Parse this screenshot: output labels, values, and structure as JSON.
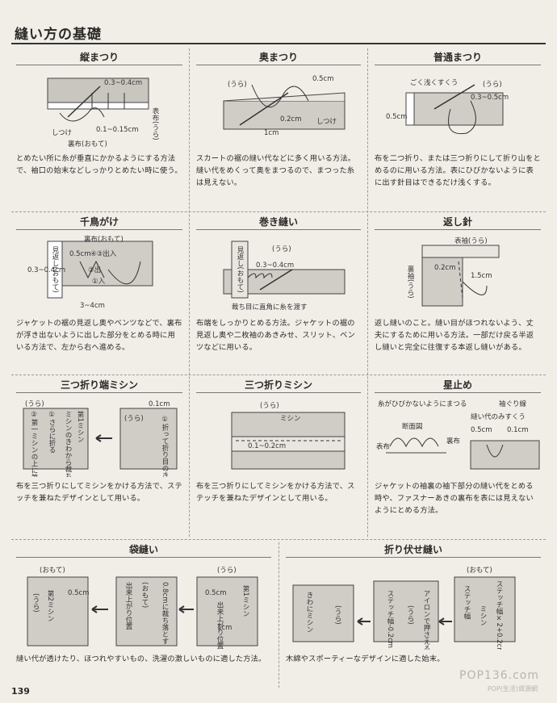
{
  "page": {
    "title": "縫い方の基礎",
    "number": "139"
  },
  "watermark": {
    "main": "POP136.com",
    "sub": "POP(生活)資源網"
  },
  "cells": [
    {
      "title": "縦まつり",
      "labels": [
        "0.3~0.4cm",
        "0.1~0.15cm",
        "しつけ",
        "表布(うら)",
        "裏布(おもて)"
      ],
      "desc": "とめたい所に糸が垂直にかかるようにする方法で、袖口の始末などしっかりとめたい時に使う。"
    },
    {
      "title": "奥まつり",
      "labels": [
        "(うら)",
        "0.5cm",
        "0.2cm",
        "1cm",
        "しつけ"
      ],
      "desc": "スカートの裾の縫い代などに多く用いる方法。縫い代をめくって奥をまつるので、まつった糸は見えない。"
    },
    {
      "title": "普通まつり",
      "labels": [
        "ごく浅くすくう",
        "(うら)",
        "0.3~0.5cm",
        "0.5cm"
      ],
      "desc": "布を二つ折り、または三つ折りにして折り山をとめるのに用いる方法。表にひびかないように表に出す針目はできるだけ浅くする。"
    },
    {
      "title": "千鳥がけ",
      "labels": [
        "裏布(おもて)",
        "見返し(おもて)",
        "0.5cm",
        "④③出入",
        "0.3~0.4cm",
        "②出",
        "①入",
        "3~4cm"
      ],
      "desc": "ジャケットの裾の見返し奥やベンツなどで、裏布が浮き出ないように出した部分をとめる時に用いる方法で、左から右へ進める。"
    },
    {
      "title": "巻き縫い",
      "labels": [
        "(うら)",
        "見返し(おもて)",
        "0.3~0.4cm",
        "裁ち目に直角に糸を渡す"
      ],
      "desc": "布端をしっかりとめる方法。ジャケットの裾の見返し奥や二枚袖のあきみせ、スリット、ベンツなどに用いる。"
    },
    {
      "title": "返し針",
      "labels": [
        "表袖(うら)",
        "裏袖(うら)",
        "0.2cm",
        "1.5cm"
      ],
      "desc": "返し縫いのこと。縫い目がほつれないよう、丈夫にするために用いる方法。一部だけ戻る半返し縫いと完全に往復する本返し縫いがある。"
    },
    {
      "title": "三つ折り端ミシン",
      "labels": [
        "(うら)",
        "②第一ミシンの上に第2ミシン",
        "①さらに折る",
        "ミシンのきわから裁ち落とす",
        "第1ミシン",
        "(うら)",
        "0.1cm",
        "①折って折り目のきわにミシン"
      ],
      "desc": "布を三つ折りにしてミシンをかける方法で、ステッチを兼ねたデザインとして用いる。"
    },
    {
      "title": "三つ折りミシン",
      "labels": [
        "(うら)",
        "ミシン",
        "0.1~0.2cm"
      ],
      "desc": "布を三つ折りにしてミシンをかける方法で、ステッチを兼ねたデザインとして用いる。"
    },
    {
      "title": "星止め",
      "labels": [
        "糸がひびかないようにまつる",
        "断面図",
        "表布",
        "裏布",
        "袖ぐり線",
        "縫い代のみすくう",
        "0.5cm",
        "0.1cm"
      ],
      "desc": "ジャケットの袖裏の袖下部分の縫い代をとめる時や、ファスナーあきの裏布を表には見えないようにとめる方法。"
    }
  ],
  "wide": [
    {
      "title": "袋縫い",
      "labels": [
        "(おもて)",
        "0.5cm",
        "第2ミシン",
        "(うら)",
        "出来上がり位置",
        "0.8cmに裁ち落とす",
        "(おもて)",
        "(うら)",
        "0.5cm",
        "出来上がり位置",
        "1cm",
        "第1ミシン"
      ],
      "desc": "縫い代が透けたり、ほつれやすいもの、洗濯の激しいものに適した方法。"
    },
    {
      "title": "折り伏せ縫い",
      "labels": [
        "(おもて)",
        "きわにミシン",
        "(うら)",
        "アイロンで押さえる",
        "ステッチ幅-0.2cm",
        "(うら)",
        "ステッチ幅",
        "ステッチ幅×2+0.2cm",
        "ミシン"
      ],
      "desc": "木綿やスポーティーなデザインに適した始末。"
    }
  ]
}
